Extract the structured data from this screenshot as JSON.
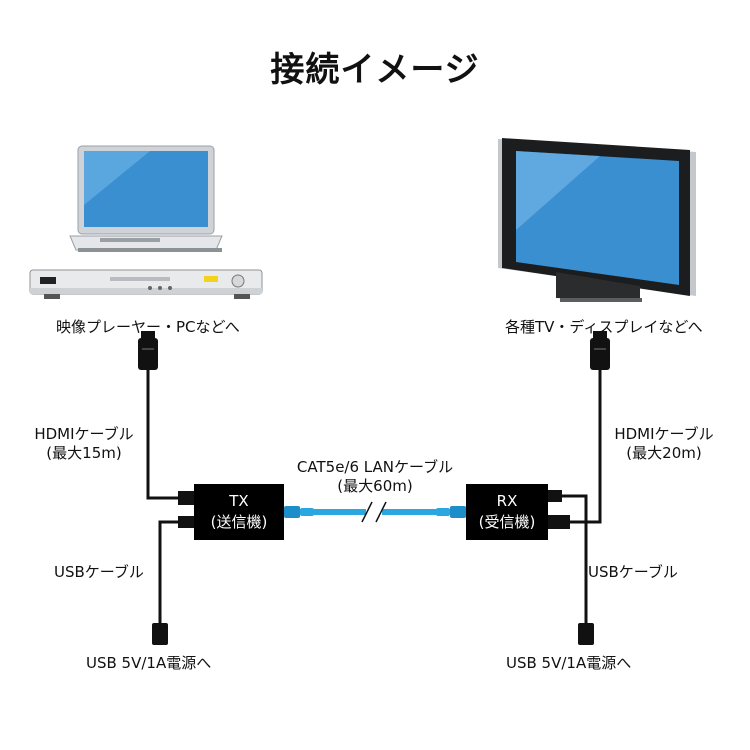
{
  "title": "接続イメージ",
  "source": {
    "label": "映像プレーヤー・PCなどへ"
  },
  "display": {
    "label": "各種TV・ディスプレイなどへ"
  },
  "tx": {
    "line1": "TX",
    "line2": "(送信機)"
  },
  "rx": {
    "line1": "RX",
    "line2": "(受信機)"
  },
  "cable_left_hdmi": {
    "line1": "HDMIケーブル",
    "line2": "(最大15m)"
  },
  "cable_right_hdmi": {
    "line1": "HDMIケーブル",
    "line2": "(最大20m)"
  },
  "cable_lan": {
    "line1": "CAT5e/6 LANケーブル",
    "line2": "(最大60m)"
  },
  "usb_left": {
    "cable": "USBケーブル",
    "power": "USB 5V/1A電源へ"
  },
  "usb_right": {
    "cable": "USBケーブル",
    "power": "USB 5V/1A電源へ"
  },
  "colors": {
    "lan_cable": "#2aa6e0",
    "box": "#000000",
    "screen": "#3a8fd0"
  }
}
